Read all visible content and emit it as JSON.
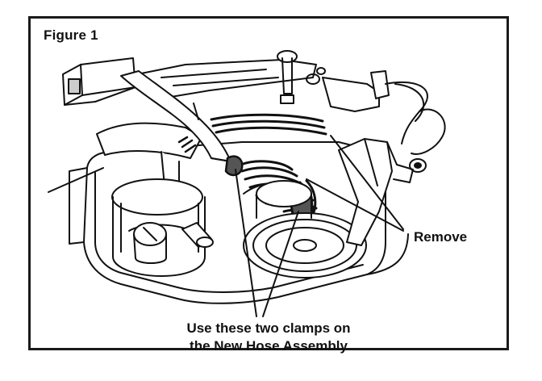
{
  "figure": {
    "title": "Figure 1"
  },
  "callouts": {
    "remove": "Remove",
    "clamps_line1": "Use these two clamps on",
    "clamps_line2": "the New Hose Assembly"
  },
  "colors": {
    "ink": "#111111",
    "frame": "#1a1a1a",
    "shade": "#555555",
    "background": "#ffffff"
  }
}
